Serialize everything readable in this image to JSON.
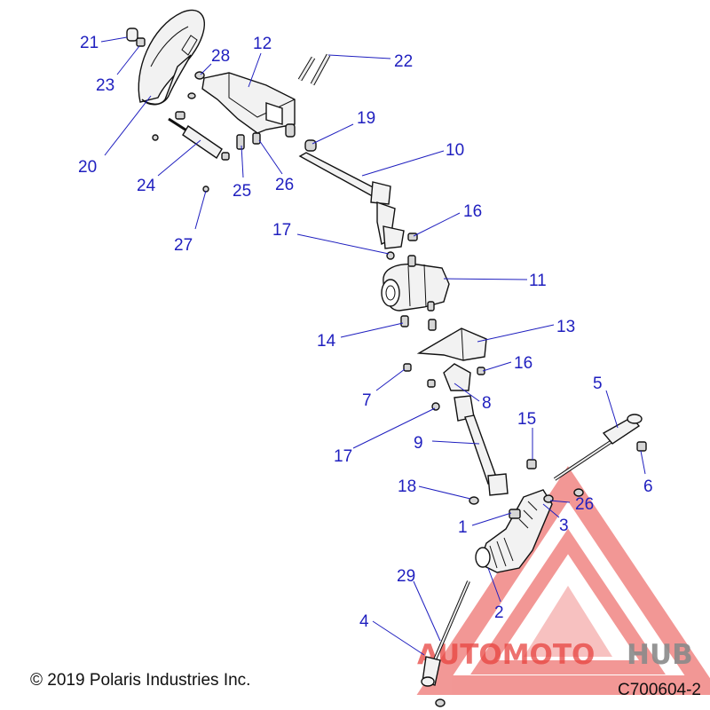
{
  "diagram": {
    "callouts": [
      "21",
      "23",
      "20",
      "28",
      "12",
      "22",
      "19",
      "10",
      "24",
      "25",
      "26",
      "27",
      "17",
      "16",
      "11",
      "14",
      "13",
      "7",
      "16",
      "8",
      "17",
      "9",
      "15",
      "5",
      "6",
      "18",
      "26",
      "1",
      "3",
      "29",
      "2",
      "4"
    ]
  },
  "footer": {
    "copyright": "© 2019 Polaris Industries Inc.",
    "drawing_code": "C700604-2"
  },
  "watermark": {
    "text_left": "AUTOMOTO",
    "text_right": "HUB",
    "color_red": "#e8433f",
    "color_gray": "#8a8a8a"
  }
}
